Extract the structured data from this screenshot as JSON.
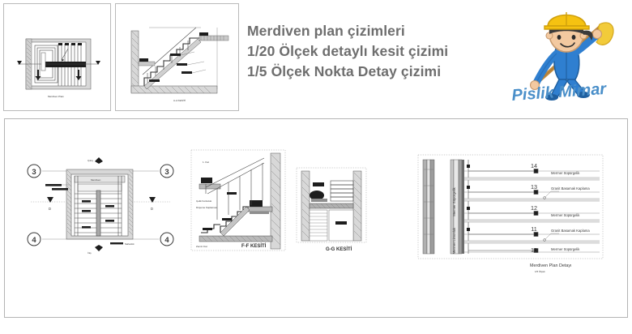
{
  "header": {
    "title_lines": [
      "Merdiven plan çizimleri",
      "1/20 Ölçek detaylı kesit çizimi",
      "1/5 Ölçek Nokta Detay çizimi"
    ],
    "title_color": "#6e6e6e"
  },
  "logo": {
    "wordmark": "Pislik Mimar",
    "wordmark_color": "#4a8fc9",
    "helmet_color": "#f5c211",
    "suit_color": "#2f7fd0",
    "skin_color": "#f3c9a0",
    "flag_color": "#f2cb3a",
    "pole_color": "#c08a3e",
    "name": "pislik-mimar-logo"
  },
  "thumbnails": [
    {
      "name": "thumbnail-stair-plan",
      "caption": "Merdiven Planı"
    },
    {
      "name": "thumbnail-stair-section",
      "caption": "A-A KESİTİ"
    }
  ],
  "drawings": {
    "plan": {
      "name": "stair-plan-drawing",
      "axis_labels": [
        "3",
        "3",
        "4",
        "4"
      ],
      "section_marks": [
        "D",
        "D"
      ],
      "arrow_labels": [
        "Çıkış",
        "İniş"
      ],
      "notes": [
        "Merdiven",
        "Sahanlık"
      ]
    },
    "section_ff": {
      "name": "section-ff-drawing",
      "caption": "F-F KESİTİ",
      "notes": [
        "1. Kat",
        "Çelik Korkuluk",
        "Döşeme Kaplaması",
        "Zemin Kat"
      ]
    },
    "section_gg": {
      "name": "section-gg-drawing",
      "caption": "G-G KESİTİ"
    },
    "detail": {
      "name": "stair-plan-detail-drawing",
      "caption": "Merdiven Plan Detayı",
      "scale": "1/5 Ölçek",
      "step_numbers": [
        "14",
        "13",
        "12",
        "11",
        "10"
      ],
      "annotations": [
        "Mermer Süpürgelik",
        "Granit Basamak Kaplama",
        "Mermer Süpürgelik",
        "Granit Basamak Kaplama",
        "Mermer Süpürgelik"
      ],
      "vertical_labels": [
        "Mermer Süpürgelik",
        "Mermer Limonluk"
      ]
    }
  }
}
